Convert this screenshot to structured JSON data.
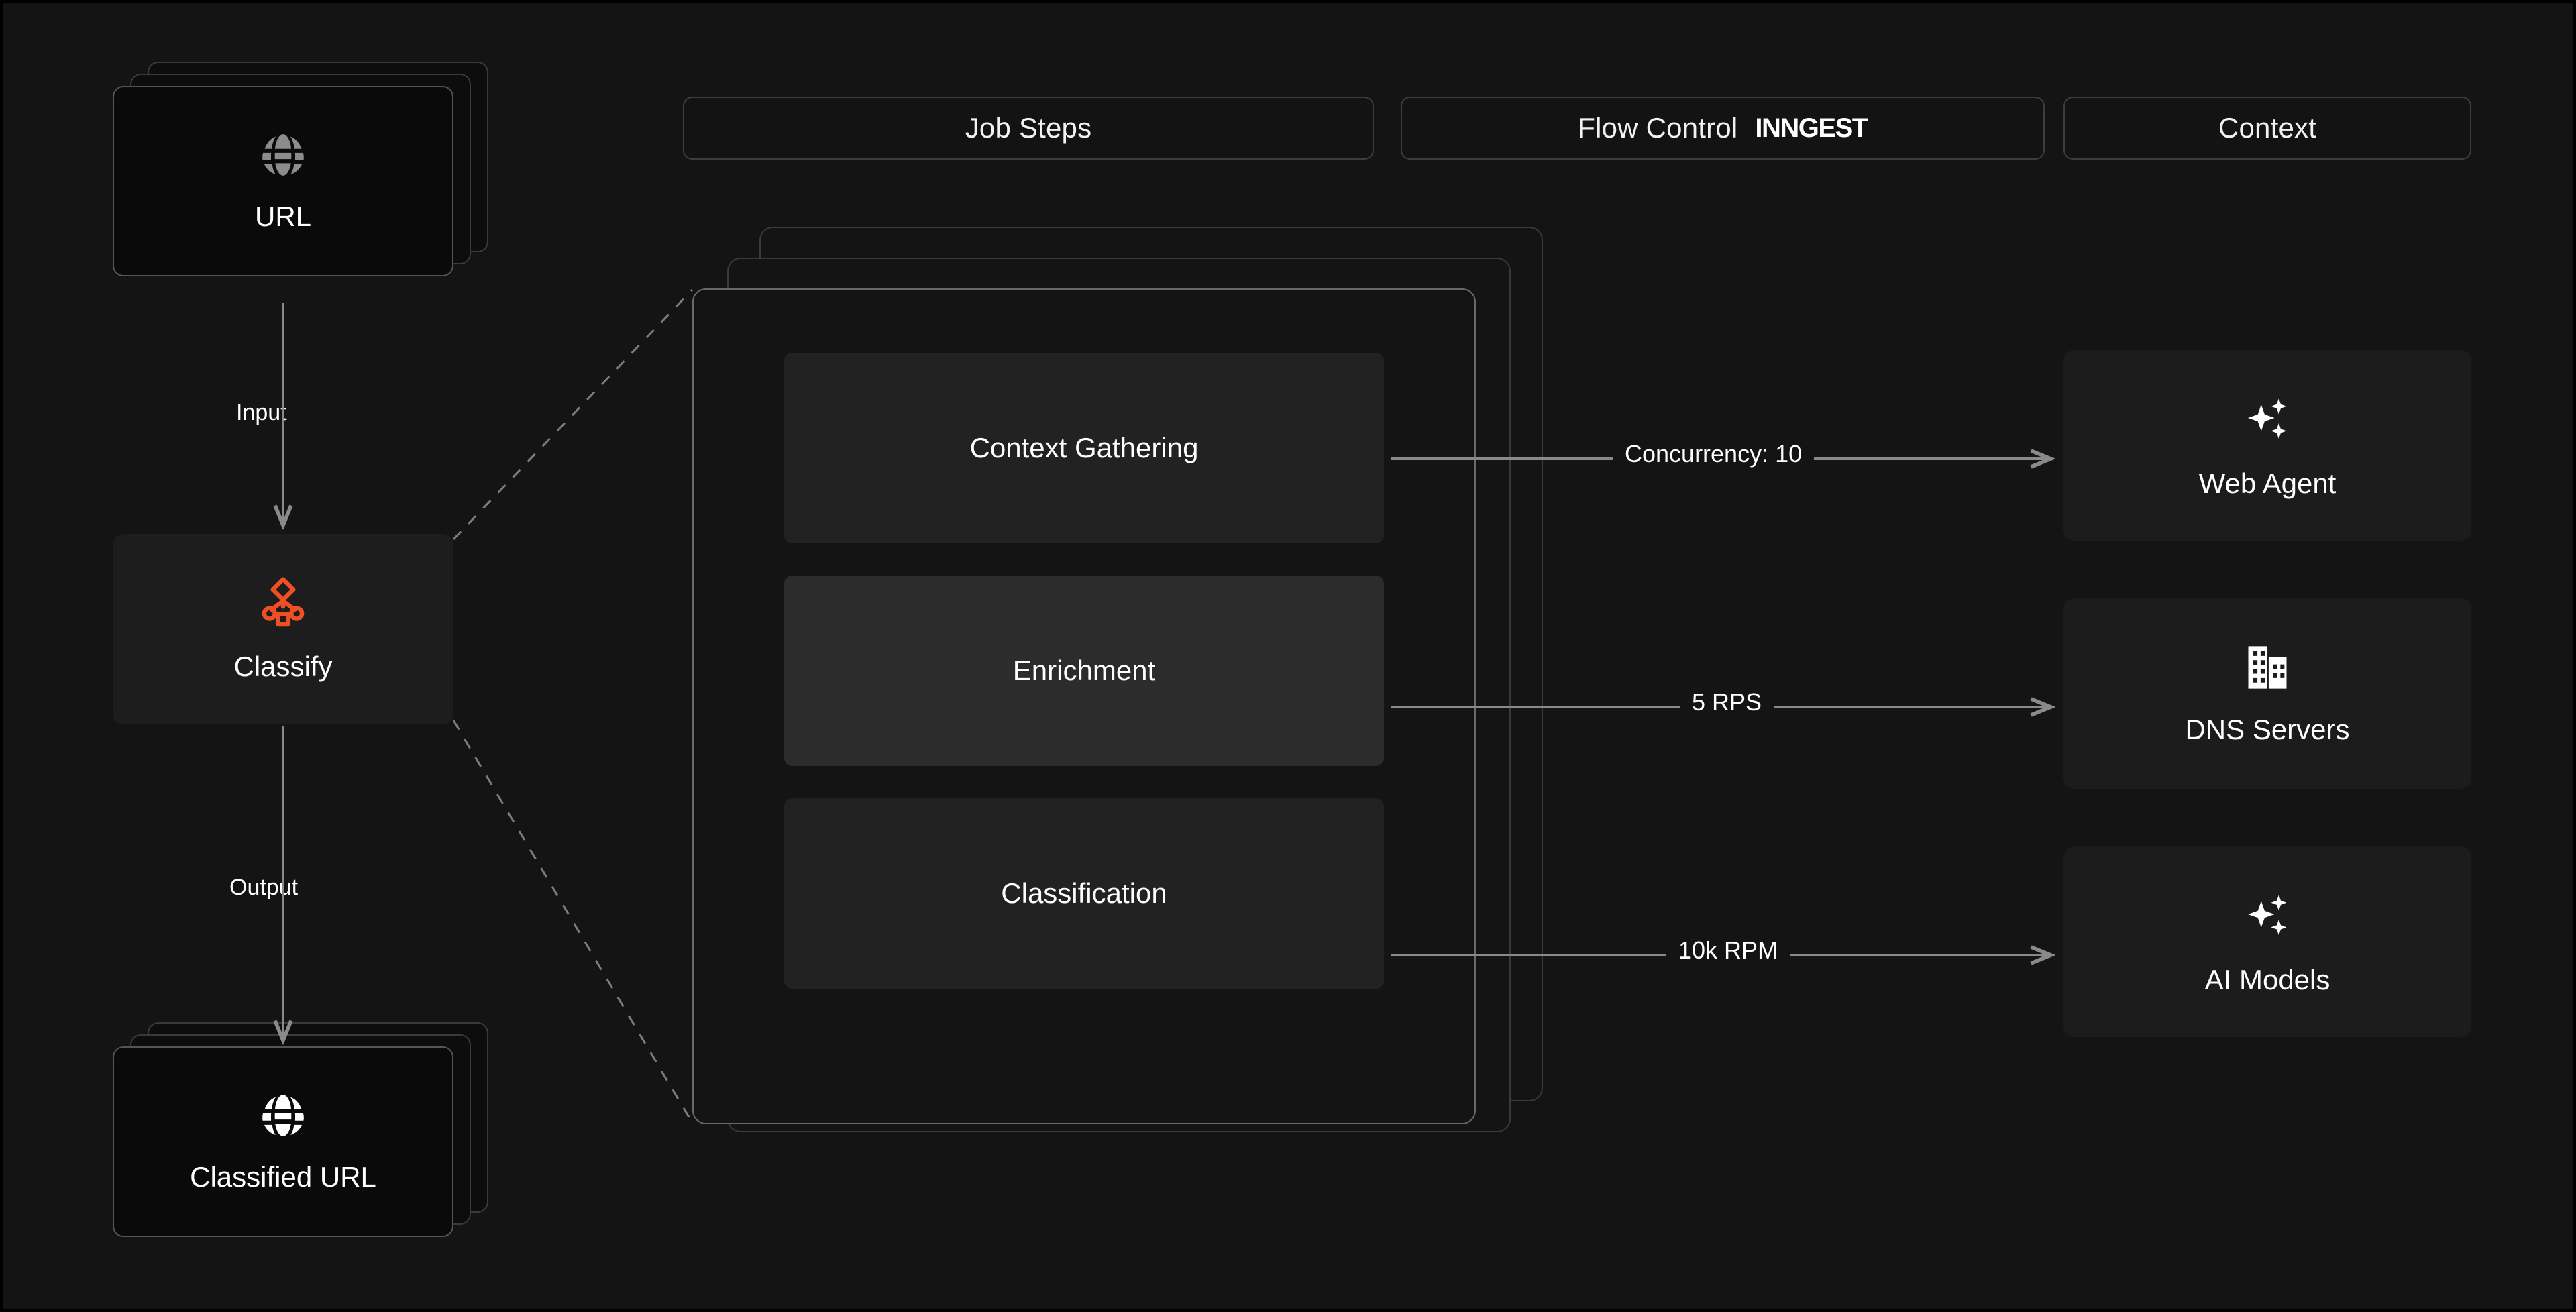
{
  "theme": {
    "background": "#141414",
    "card_bg": "#0a0a0a",
    "panel_bg": "#141414",
    "step_bg": "#222222",
    "step_bg_highlight": "#2c2c2c",
    "border": "#3a3a3a",
    "border_bright": "#6a6a6a",
    "text": "#ffffff",
    "accent_orange": "#F04E23",
    "edge": "#8a8a8a"
  },
  "header": {
    "tabs": [
      {
        "label": "Job Steps",
        "logo": ""
      },
      {
        "label": "Flow Control",
        "logo": "INNGEST"
      },
      {
        "label": "Context",
        "logo": ""
      }
    ]
  },
  "left_column": {
    "input_card": {
      "label": "URL",
      "icon": "globe-icon",
      "stacked": true
    },
    "input_edge_label": "Input",
    "node": {
      "label": "Classify",
      "icon": "classify-workflow-icon"
    },
    "output_edge_label": "Output",
    "output_card": {
      "label": "Classified URL",
      "icon": "globe-icon",
      "stacked": true
    }
  },
  "center_panel": {
    "steps": [
      {
        "label": "Context Gathering",
        "highlighted": false
      },
      {
        "label": "Enrichment",
        "highlighted": true
      },
      {
        "label": "Classification",
        "highlighted": false
      }
    ]
  },
  "connections": [
    {
      "label": "Concurrency: 10",
      "from": "Context Gathering",
      "to": "Web Agent"
    },
    {
      "label": "5 RPS",
      "from": "Enrichment",
      "to": "DNS Servers"
    },
    {
      "label": "10k RPM",
      "from": "Classification",
      "to": "AI Models"
    }
  ],
  "right_column": {
    "resources": [
      {
        "label": "Web Agent",
        "icon": "sparkles-icon"
      },
      {
        "label": "DNS Servers",
        "icon": "building-icon"
      },
      {
        "label": "AI Models",
        "icon": "sparkles-icon"
      }
    ]
  }
}
